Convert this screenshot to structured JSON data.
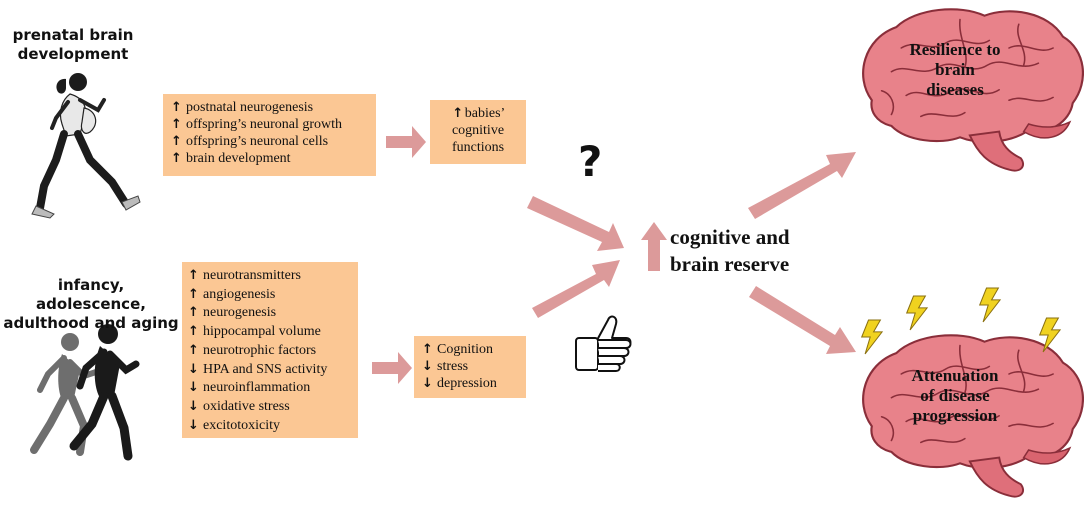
{
  "prenatal": {
    "label_line1": "prenatal brain",
    "label_line2": "development",
    "effects": [
      {
        "dir": "up",
        "text": "postnatal neurogenesis"
      },
      {
        "dir": "up",
        "text": "offspring’s neuronal growth"
      },
      {
        "dir": "up",
        "text": "offspring’s neuronal cells"
      },
      {
        "dir": "up",
        "text": "brain development"
      }
    ],
    "outcome": {
      "dir": "up",
      "line1": "babies’",
      "line2": "cognitive",
      "line3": "functions"
    },
    "uncertainty": "?"
  },
  "life": {
    "label_line1": "infancy, adolescence,",
    "label_line2": "adulthood and aging",
    "effects": [
      {
        "dir": "up",
        "text": "neurotransmitters"
      },
      {
        "dir": "up",
        "text": "angiogenesis"
      },
      {
        "dir": "up",
        "text": "neurogenesis"
      },
      {
        "dir": "up",
        "text": "hippocampal volume"
      },
      {
        "dir": "up",
        "text": "neurotrophic factors"
      },
      {
        "dir": "down",
        "text": "HPA and SNS activity"
      },
      {
        "dir": "down",
        "text": "neuroinflammation"
      },
      {
        "dir": "down",
        "text": "oxidative stress"
      },
      {
        "dir": "down",
        "text": "excitotoxicity"
      }
    ],
    "outcomes": [
      {
        "dir": "up",
        "text": "Cognition"
      },
      {
        "dir": "down",
        "text": "stress"
      },
      {
        "dir": "down",
        "text": "depression"
      }
    ]
  },
  "center": {
    "line1": "cognitive and",
    "line2": "brain reserve"
  },
  "brain_top": {
    "line1": "Resilience to",
    "line2": "brain",
    "line3": "diseases"
  },
  "brain_bottom": {
    "line1": "Attenuation",
    "line2": "of disease",
    "line3": "progression"
  },
  "colors": {
    "box": "#fbc794",
    "arrow": "#dc9a9a",
    "brain": "#e8828a",
    "bolt": "#f0d21f"
  }
}
